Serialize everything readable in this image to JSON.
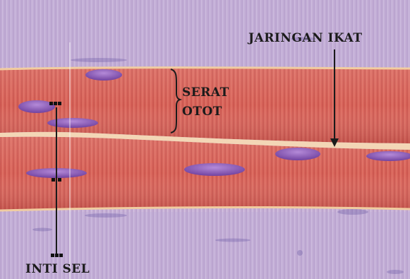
{
  "labels": {
    "connective_tissue": "JARINGAN IKAT",
    "muscle_fiber_line1": "SERAT",
    "muscle_fiber_line2": "OTOT",
    "nucleus": "INTI SEL"
  },
  "colors": {
    "connective_tissue": "#c9b4d9",
    "muscle_fiber": "#d9645a",
    "fiber_border": "#e8c29a",
    "nucleus": "#8a55b8",
    "text": "#1b1b1b"
  }
}
